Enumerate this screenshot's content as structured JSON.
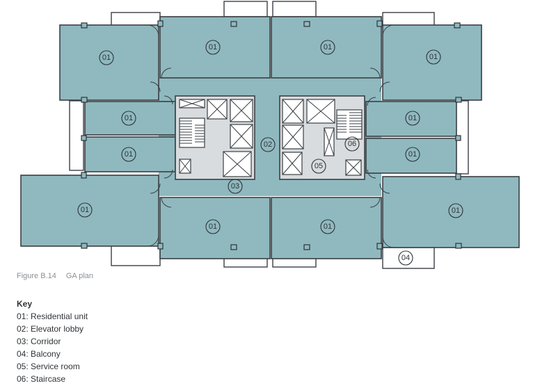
{
  "caption": {
    "figure": "Figure B.14",
    "title": "GA plan"
  },
  "key": {
    "title": "Key",
    "items": [
      "01: Residential unit",
      "02: Elevator lobby",
      "03: Corridor",
      "04: Balcony",
      "05: Service room",
      "06: Staircase"
    ]
  },
  "tags": {
    "residential": "01",
    "lobby": "02",
    "corridor": "03",
    "balcony": "04",
    "service": "05",
    "stair": "06"
  },
  "colors": {
    "unit_fill": "#8fb9bf",
    "core_fill": "#d9dcdf",
    "line": "#3a3f44"
  }
}
